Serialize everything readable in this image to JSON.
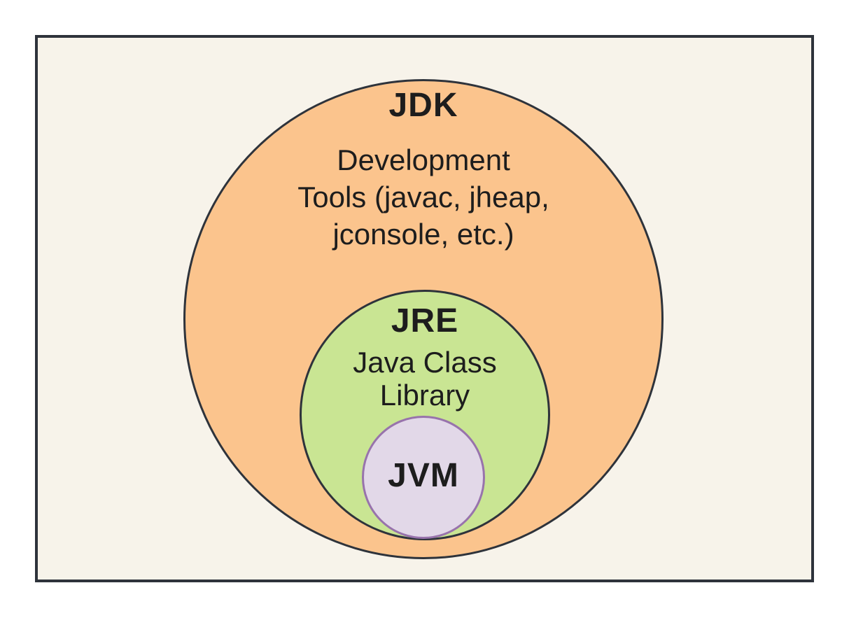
{
  "colors": {
    "canvas_bg": "#ffffff",
    "frame_bg": "#f7f3ea",
    "frame_border": "#2e333b",
    "circle_border": "#2e333b",
    "jdk_fill": "#fbc48d",
    "jre_fill": "#c9e593",
    "jvm_fill": "#e2d8e8",
    "jvm_border": "#9873ac",
    "text": "#1d1d1d"
  },
  "jdk": {
    "label": "JDK",
    "lines": [
      "Development",
      "Tools (javac, jheap,",
      "jconsole, etc.)"
    ]
  },
  "jre": {
    "label": "JRE",
    "lines": [
      "Java Class",
      "Library"
    ]
  },
  "jvm": {
    "label": "JVM"
  }
}
